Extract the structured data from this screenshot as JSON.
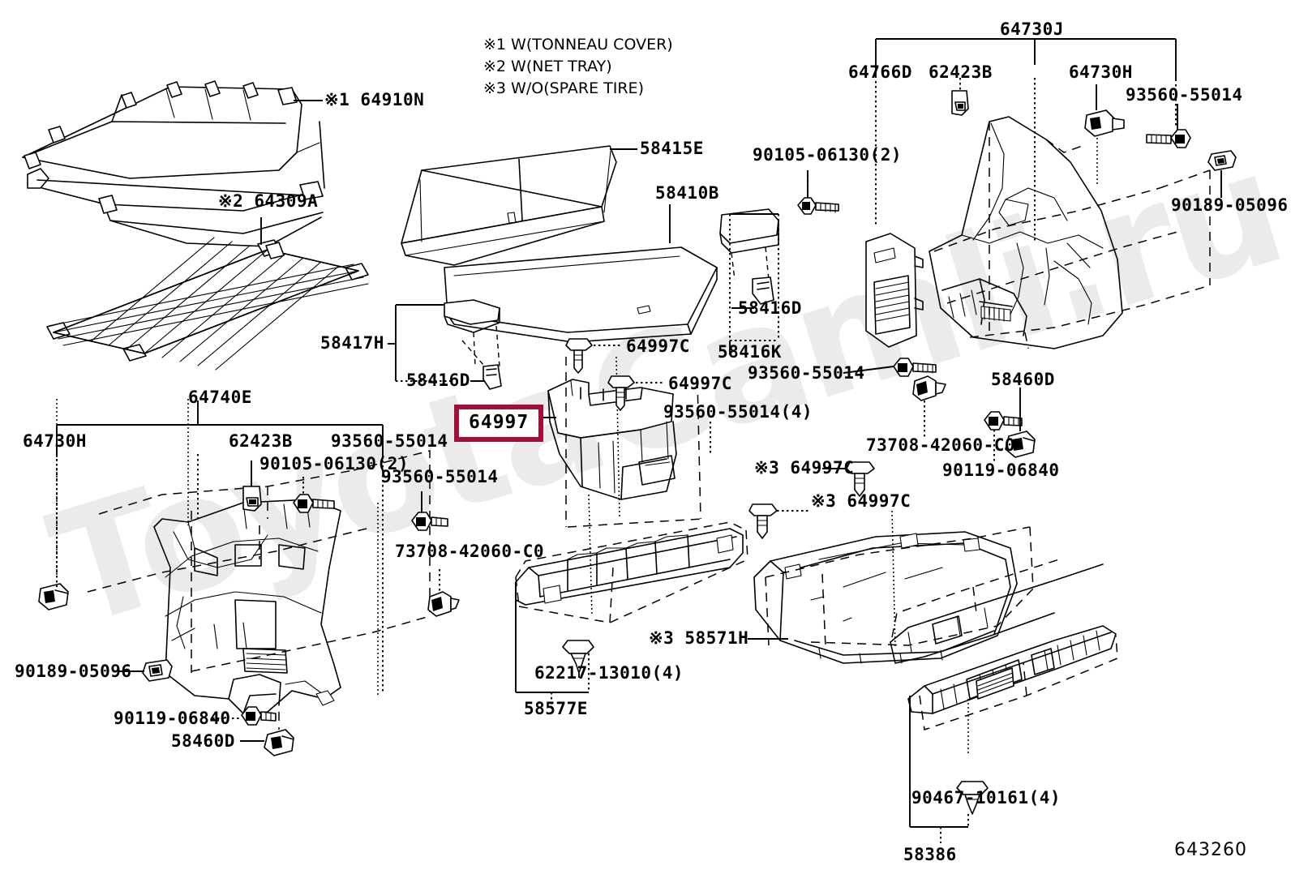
{
  "diagram": {
    "id": "643260",
    "watermark": "ToyotaCamli.ru",
    "notes": [
      "※1 W(TONNEAU COVER)",
      "※2 W(NET TRAY)",
      "※3 W/O(SPARE TIRE)"
    ],
    "highlight_color": "#a2103a"
  },
  "highlighted_part": {
    "number": "64997"
  },
  "labels": {
    "l_64910n": "※1 64910N",
    "l_64309a": "※2 64309A",
    "l_58415e": "58415E",
    "l_58410b": "58410B",
    "l_58417h": "58417H",
    "l_58416d_a": "58416D",
    "l_58416d_b": "58416D",
    "l_58416k": "58416K",
    "l_90105_a": "90105-06130(2)",
    "l_64766d": "64766D",
    "l_62423b_a": "62423B",
    "l_64730j": "64730J",
    "l_64730h_a": "64730H",
    "l_93560_a": "93560-55014",
    "l_90189_a": "90189-05096",
    "l_64997c_1": "64997C",
    "l_64997c_2": "64997C",
    "l_93560_b": "93560-55014",
    "l_93560_c": "93560-55014(4)",
    "l_58460d_a": "58460D",
    "l_73708_a": "73708-42060-C0",
    "l_90119_a": "90119-06840",
    "l_64997c_3": "※3 64997C",
    "l_64997c_4": "※3 64997C",
    "l_64740e": "64740E",
    "l_64730h_b": "64730H",
    "l_62423b_b": "62423B",
    "l_93560_d": "93560-55014",
    "l_90105_b": "90105-06130(2)",
    "l_93560_e": "93560-55014",
    "l_73708_b": "73708-42060-C0",
    "l_90189_b": "90189-05096",
    "l_90119_b": "90119-06840",
    "l_58460d_b": "58460D",
    "l_58577e": "58577E",
    "l_62217": "62217-13010(4)",
    "l_58571h": "※3 58571H",
    "l_90467": "90467-10161(4)",
    "l_58386": "58386"
  }
}
